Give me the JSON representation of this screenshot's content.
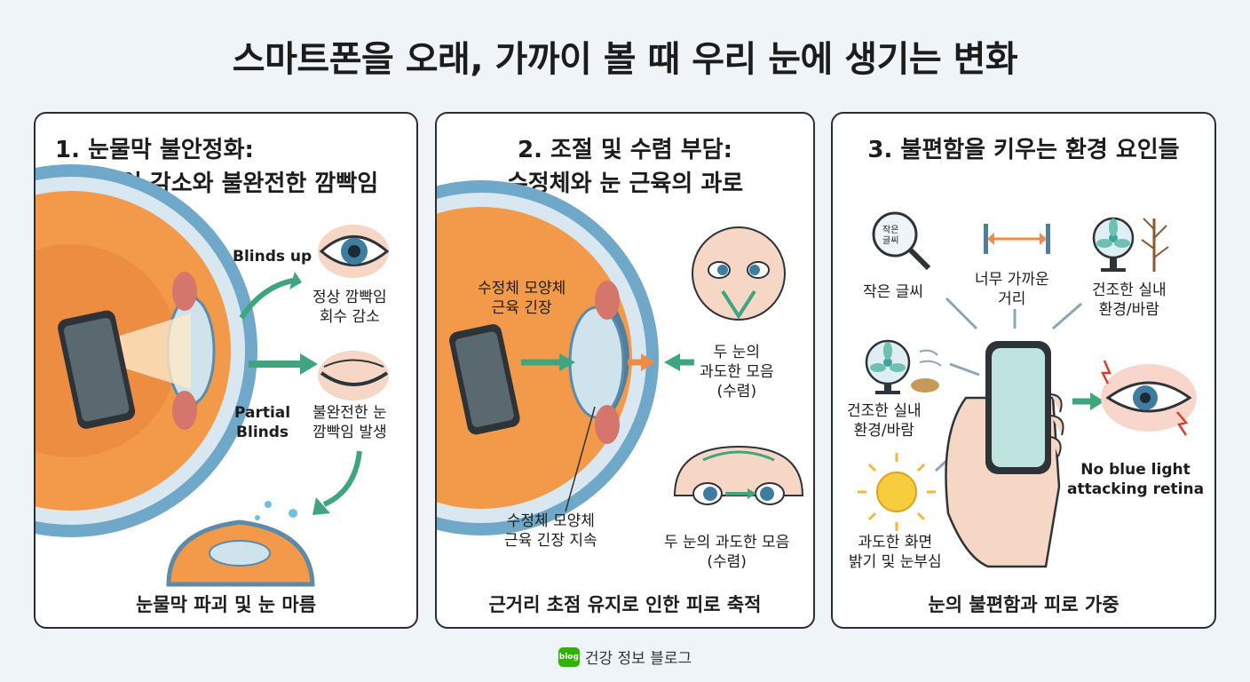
{
  "title": "스마트폰을 오래, 가까이 볼 때 우리 눈에 생기는 변화",
  "panel1": {
    "title_line1": "1. 눈물막 불안정화:",
    "title_line2": "깜빡임 감소와 불완전한 깜빡임",
    "blinds_up": "Blinds up",
    "normal_blink": [
      "정상 깜빡임",
      "회수 감소"
    ],
    "partial_blinds": [
      "Partial",
      "Blinds"
    ],
    "incomplete_blink": [
      "불완전한 눈",
      "깜빡임 발생"
    ],
    "caption": "눈물막 파괴 및 눈 마름"
  },
  "panel2": {
    "title_line1": "2. 조절 및 수렴 부담:",
    "title_line2": "수정체와 눈 근육의 과로",
    "lens_muscle_tension": [
      "수정체 모양체",
      "근육 긴장"
    ],
    "convergence_top": [
      "두 눈의",
      "과도한 모음",
      "(수렴)"
    ],
    "lens_muscle_sustained": [
      "수정체 모양체",
      "근육 긴장 지속"
    ],
    "convergence_bottom": [
      "두 눈의 과도한 모음",
      "(수렴)"
    ],
    "caption": "근거리 초점 유지로 인한 피로 축적"
  },
  "panel3": {
    "title": "3. 불편함을 키우는 환경 요인들",
    "magnifier_text": [
      "작은",
      "글씨"
    ],
    "small_text": "작은 글씨",
    "too_close": [
      "너무 가까운",
      "거리"
    ],
    "dry_env_top": [
      "건조한 실내",
      "환경/바람"
    ],
    "dry_env_left": [
      "건조한 실내",
      "환경/바람"
    ],
    "brightness": [
      "과도한 화면",
      "밝기 및 눈부심"
    ],
    "blue_light": [
      "No blue light",
      "attacking retina"
    ],
    "caption": "눈의 불편함과 피로 가중"
  },
  "footer": {
    "icon_text": "blog",
    "text": "건강 정보 블로그"
  },
  "colors": {
    "arrow_green": "#3fa57f",
    "arrow_orange": "#f08a4b",
    "arrow_gray": "#8aa4b8",
    "eye_orange": "#f29a4a",
    "panel_border": "#2a2f35"
  }
}
